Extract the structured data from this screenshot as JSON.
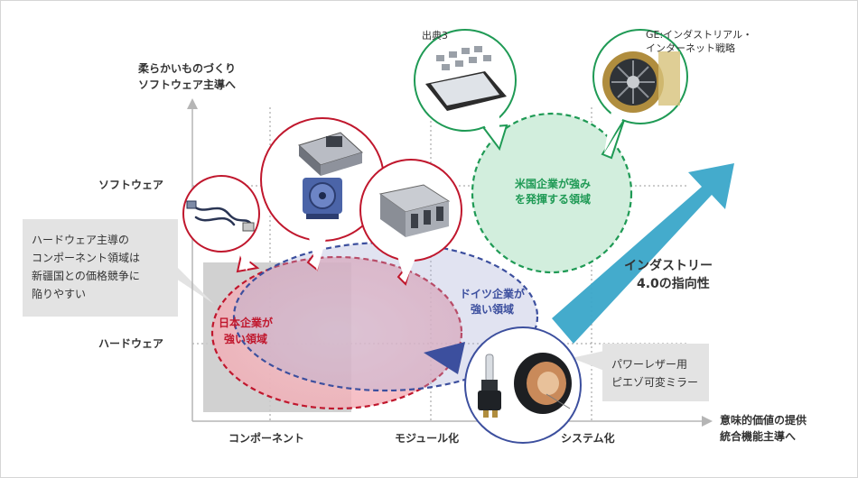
{
  "y_axis": {
    "title_line1": "柔らかいものづくり",
    "title_line2": "ソフトウェア主導へ",
    "levels": [
      "ソフトウェア",
      "ハードウェア"
    ]
  },
  "x_axis": {
    "title_line1": "意味的価値の提供",
    "title_line2": "統合機能主導へ",
    "levels": [
      "コンポーネント",
      "モジュール化",
      "システム化"
    ]
  },
  "regions": {
    "japan": {
      "line1": "日本企業が",
      "line2": "強い領域",
      "color": "#c0172d"
    },
    "germany": {
      "line1": "ドイツ企業が",
      "line2": "強い領域",
      "color": "#3c4f9e"
    },
    "usa": {
      "line1": "米国企業が強み",
      "line2": "を発揮する領域",
      "color": "#1f9a55"
    }
  },
  "note_hardware": {
    "line1": "ハードウェア主導の",
    "line2": "コンポーネント領域は",
    "line3": "新疆国との価格競争に",
    "line4": "陥りやすい"
  },
  "note_laser": {
    "line1": "パワーレザー用",
    "line2": "ピエゾ可変ミラー"
  },
  "arrow_label": {
    "line1": "インダストリー",
    "line2": "4.0の指向性",
    "color": "#3aa7c9"
  },
  "captions": {
    "source3": "出典3",
    "ge_line1": "GE:インダストリアル・",
    "ge_line2": "インターネット戦略"
  }
}
